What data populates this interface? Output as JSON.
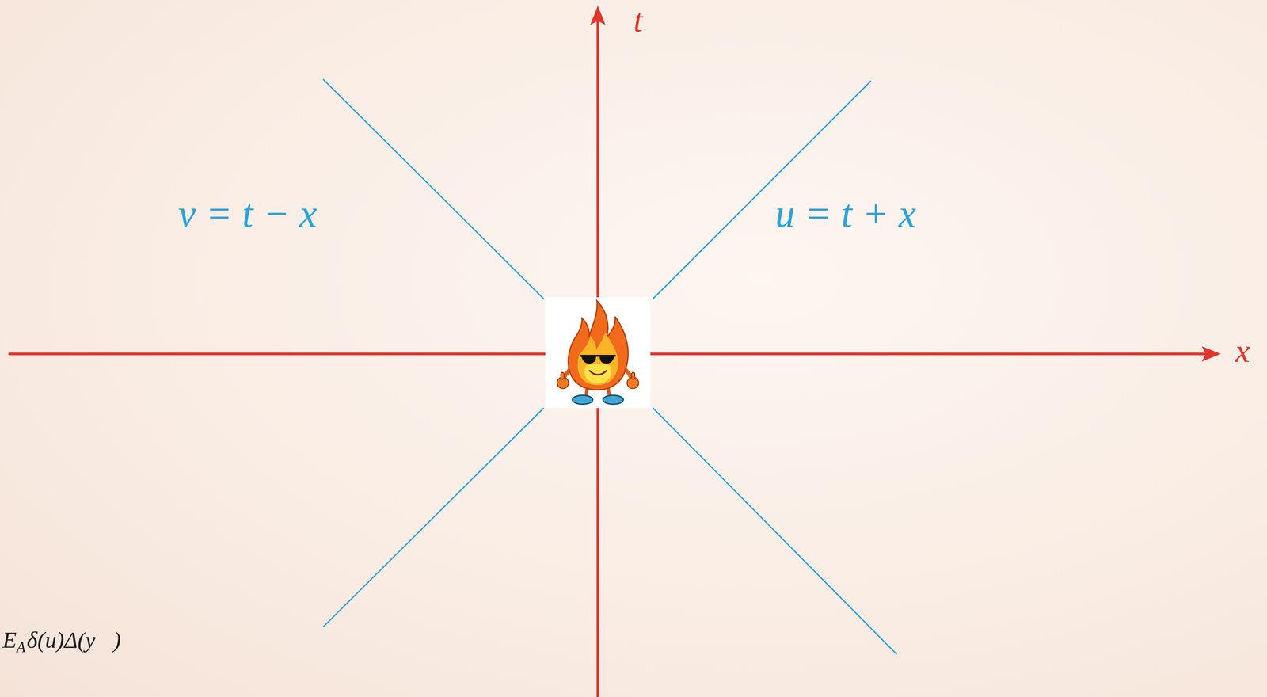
{
  "diagram": {
    "labels": [
      "t",
      "x",
      "v = t − x",
      "u = t + x",
      "E",
      "A",
      "δ(u)Δ(y⃗)"
    ]
  }
}
